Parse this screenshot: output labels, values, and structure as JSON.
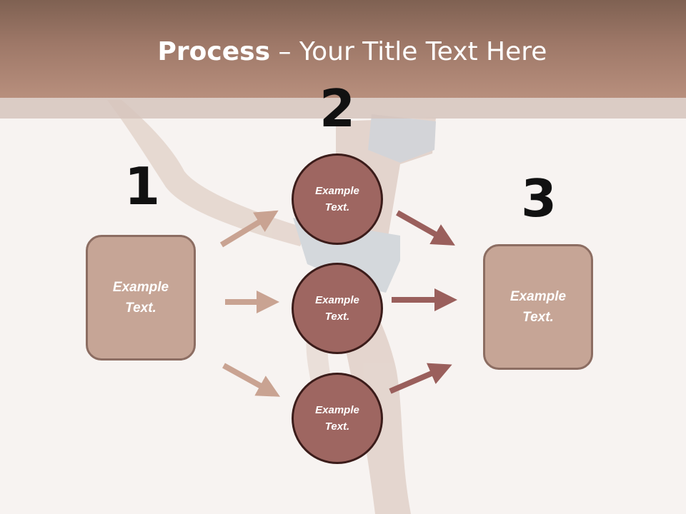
{
  "slide": {
    "title_bold": "Process",
    "title_rest": " – Your Title Text Here"
  },
  "steps": {
    "one": "1",
    "two": "2",
    "three": "3"
  },
  "left_box": {
    "text": "Example\nText."
  },
  "right_box": {
    "text": "Example\nText."
  },
  "circles": [
    {
      "text": "Example\nText."
    },
    {
      "text": "Example\nText."
    },
    {
      "text": "Example\nText."
    }
  ],
  "colors": {
    "header_dark": "#7f6152",
    "header_light": "#b88f7d",
    "box_fill": "#c6a596",
    "box_border": "#8c6d62",
    "circle_fill": "#9e6661",
    "circle_border": "#3b1c1a",
    "arrow_left": "#c9a392",
    "arrow_right": "#9a5f5c"
  }
}
